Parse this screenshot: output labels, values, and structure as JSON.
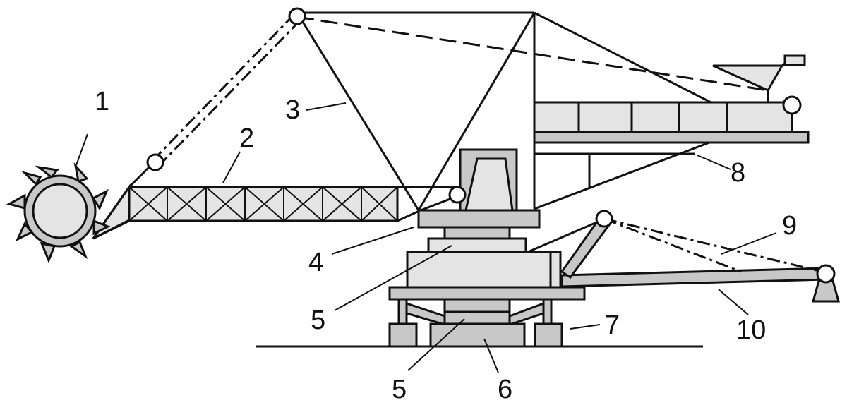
{
  "labels": {
    "l1": "1",
    "l2": "2",
    "l3": "3",
    "l4": "4",
    "l5a": "5",
    "l5b": "5",
    "l6": "6",
    "l7": "7",
    "l8": "8",
    "l9": "9",
    "l10": "10"
  },
  "colors": {
    "stroke": "#111111",
    "part_fill": "#c8c8c8",
    "light_fill": "#e4e4e4",
    "joint_fill": "#ffffff"
  }
}
